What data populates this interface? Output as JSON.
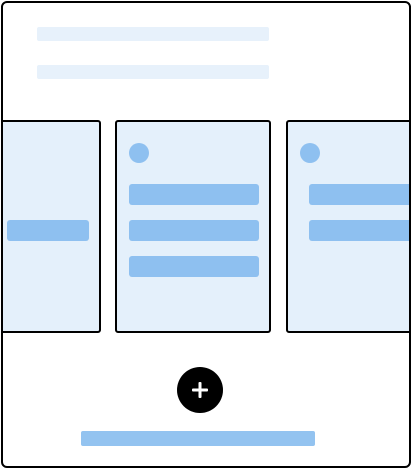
{
  "colors": {
    "frame_border": "#000000",
    "skeleton_light": "#e7f1fb",
    "card_fill": "#e4f0fb",
    "skeleton_accent": "#8ec0f0",
    "button_fill": "#000000",
    "button_glyph": "#ffffff"
  },
  "header": {
    "placeholder_lines": 2
  },
  "carousel": {
    "cards": [
      {
        "position": "left",
        "partial": true,
        "has_avatar": false,
        "placeholder_bars": 1
      },
      {
        "position": "center",
        "partial": false,
        "has_avatar": true,
        "placeholder_bars": 3
      },
      {
        "position": "right",
        "partial": true,
        "has_avatar": true,
        "placeholder_bars": 2
      }
    ]
  },
  "actions": {
    "add_icon": "plus-icon"
  },
  "footer": {
    "placeholder_bars": 1
  }
}
